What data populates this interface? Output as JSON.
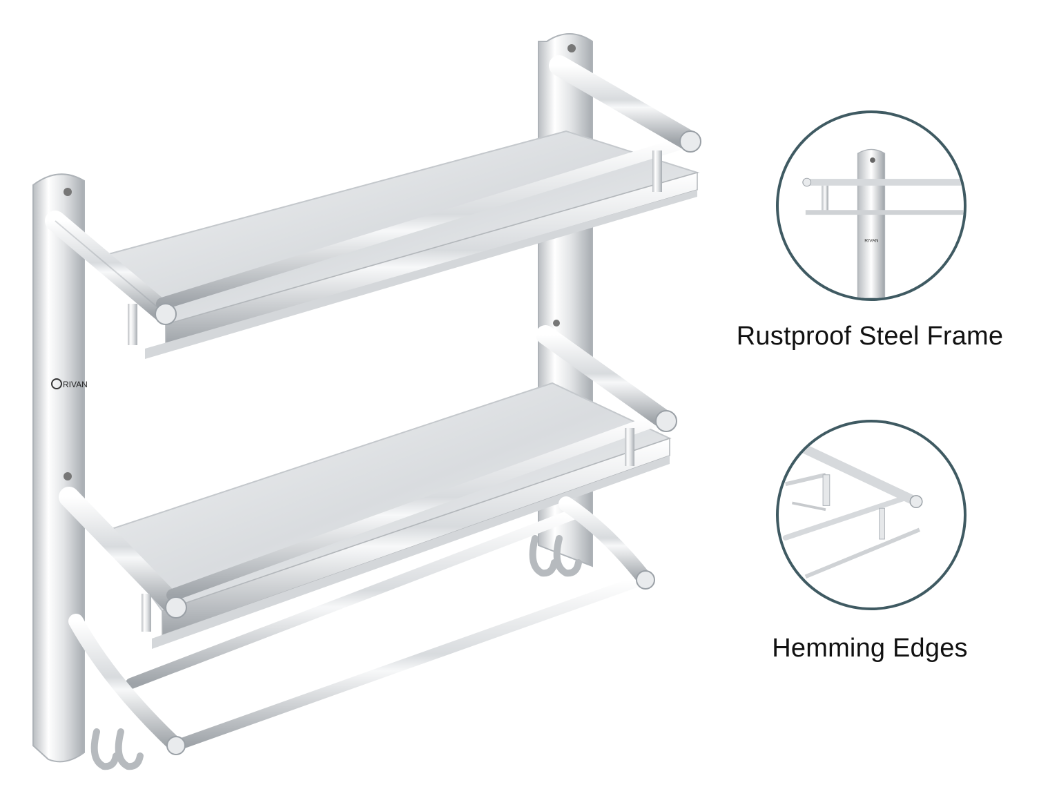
{
  "brand": {
    "logo_text": "RIVAN"
  },
  "features": [
    {
      "label": "Rustproof Steel Frame"
    },
    {
      "label": "Hemming Edges"
    }
  ],
  "colors": {
    "circle_border": "#3f5a62",
    "steel_light": "#f4f5f6",
    "steel_dark": "#9aa0a6"
  }
}
